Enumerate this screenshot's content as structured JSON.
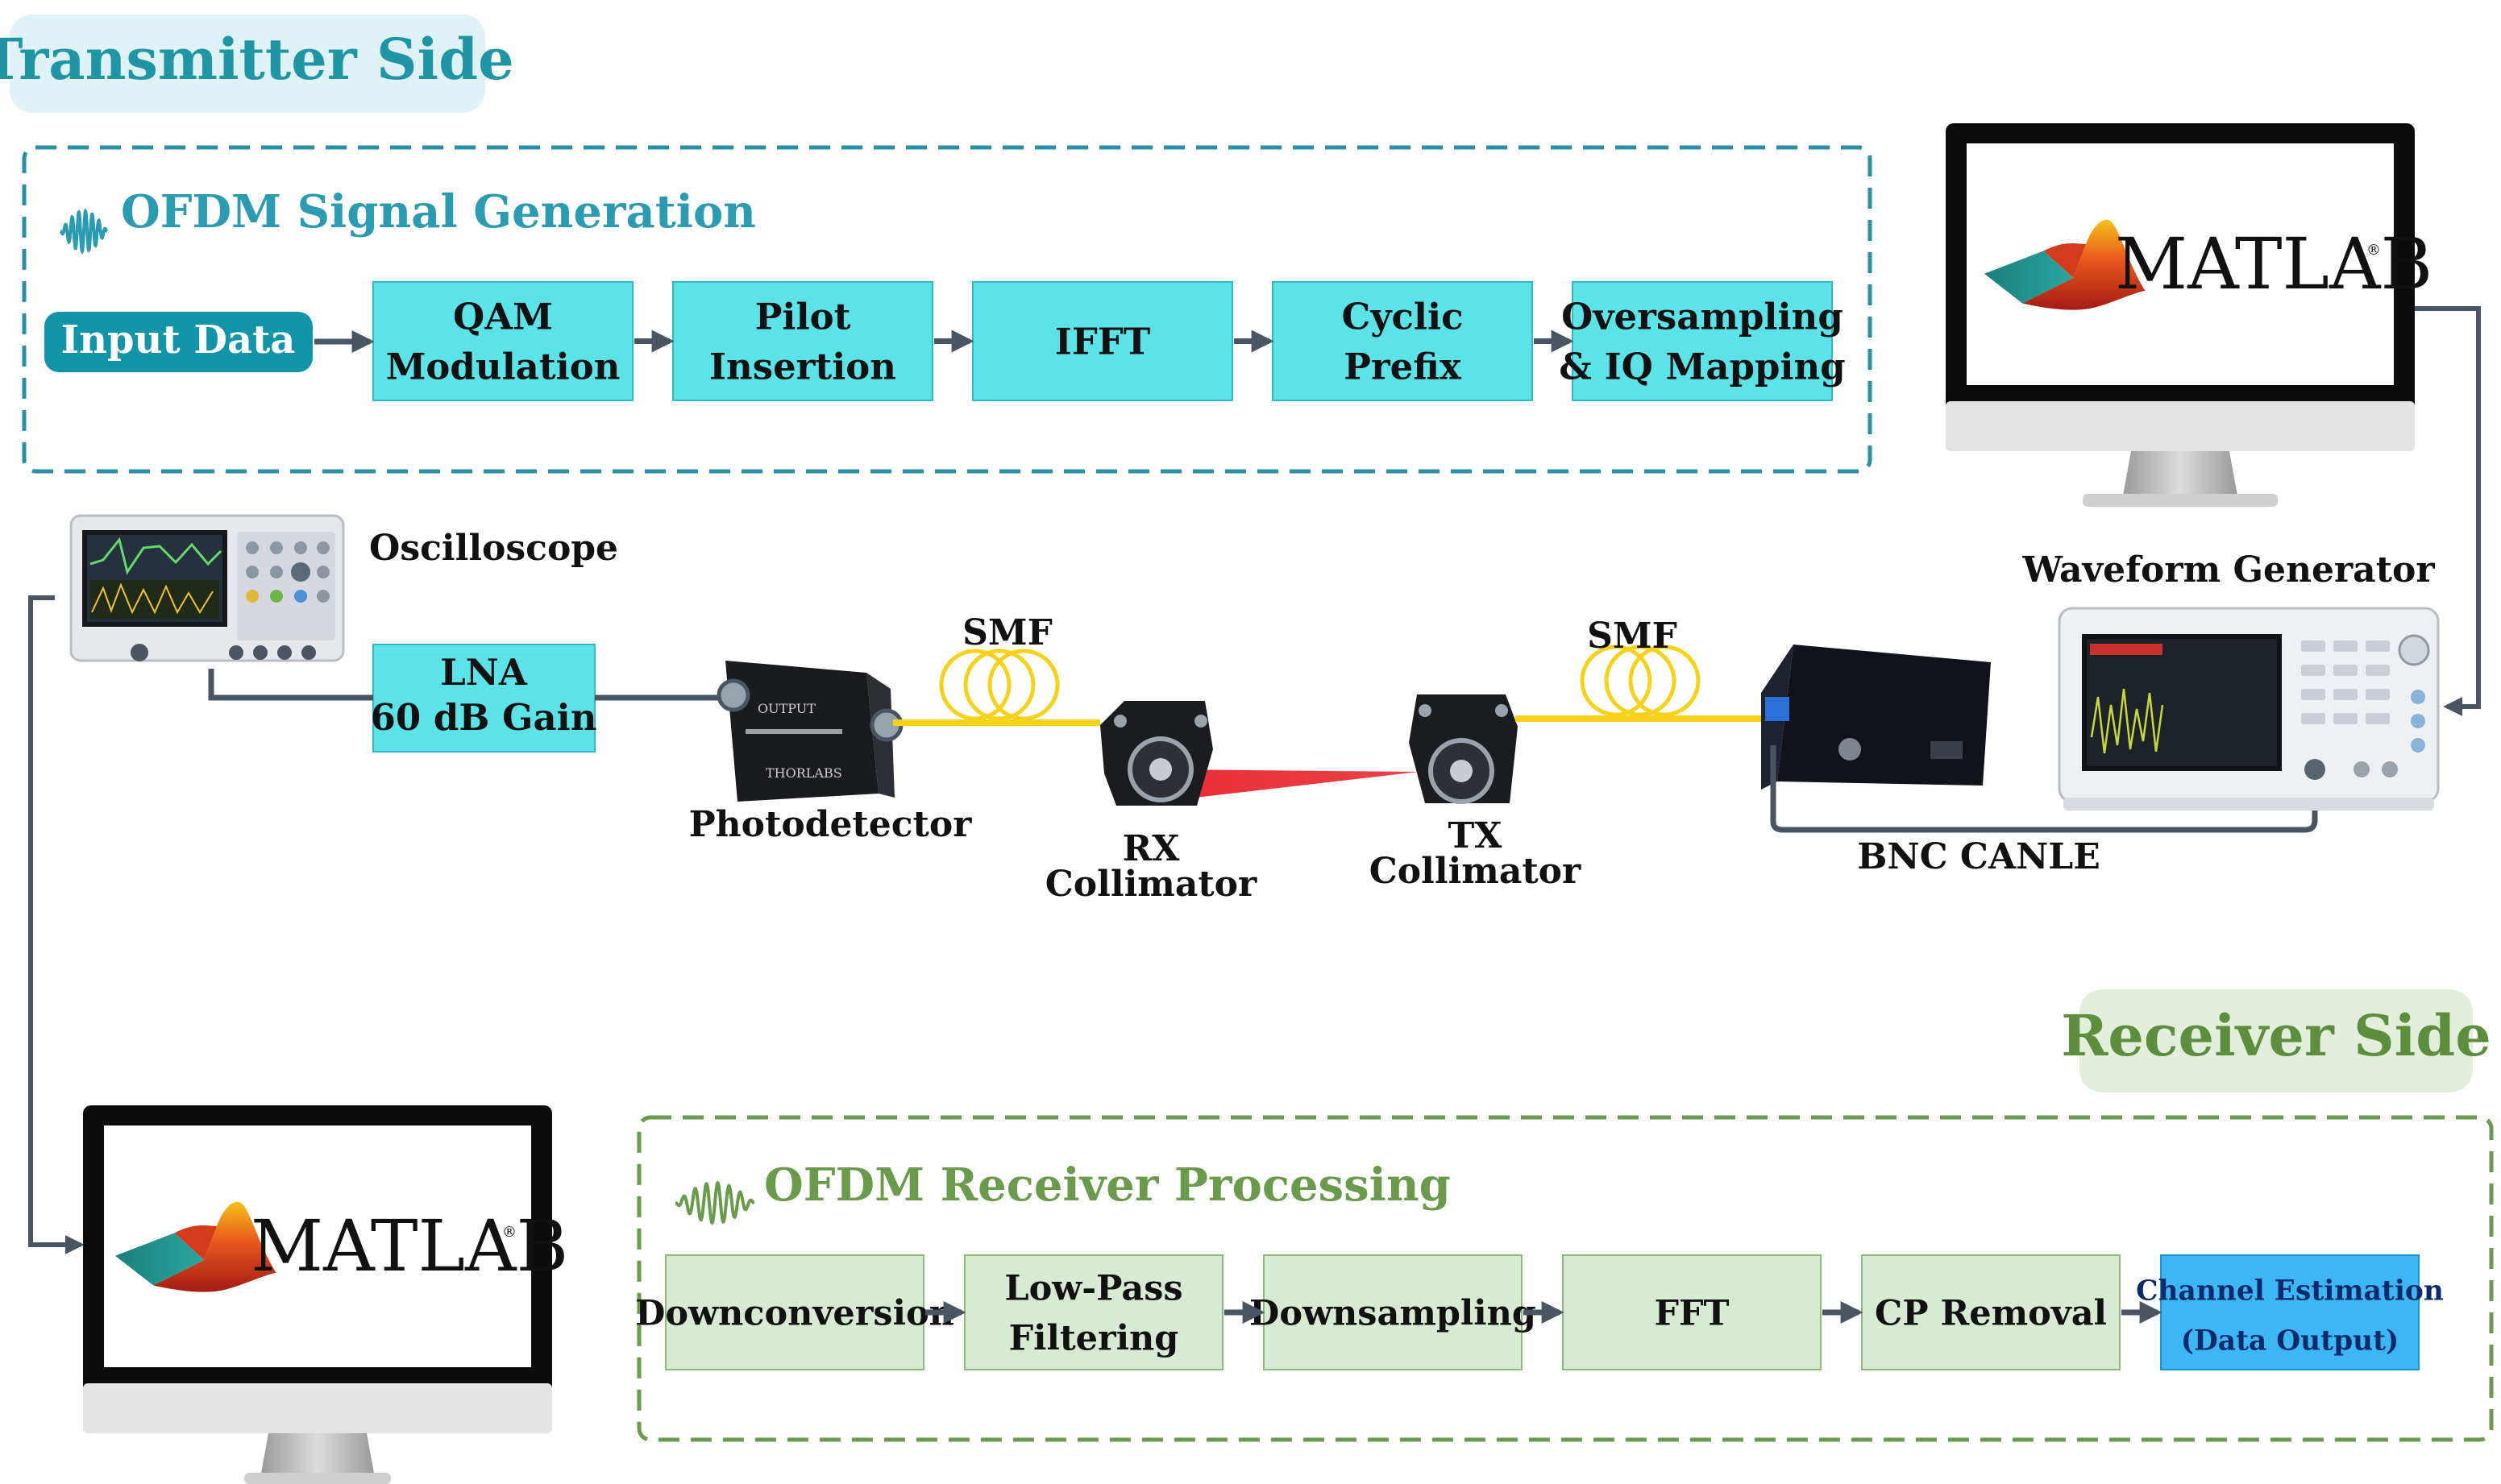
{
  "transmitter": {
    "side_title": "Transmitter Side",
    "section_title": "OFDM Signal Generation",
    "input": "Input Data",
    "blocks": [
      {
        "lines": [
          "QAM",
          "Modulation"
        ]
      },
      {
        "lines": [
          "Pilot",
          "Insertion"
        ]
      },
      {
        "lines": [
          "IFFT"
        ]
      },
      {
        "lines": [
          "Cyclic",
          "Prefix"
        ]
      },
      {
        "lines": [
          "Oversampling",
          "& IQ Mapping"
        ]
      }
    ]
  },
  "receiver": {
    "side_title": "Receiver Side",
    "section_title": "OFDM Receiver Processing",
    "blocks": [
      {
        "lines": [
          "Downconversion"
        ]
      },
      {
        "lines": [
          "Low-Pass",
          "Filtering"
        ]
      },
      {
        "lines": [
          "Downsampling"
        ]
      },
      {
        "lines": [
          "FFT"
        ]
      },
      {
        "lines": [
          "CP Removal"
        ]
      },
      {
        "lines": [
          "Channel Estimation",
          "(Data Output)"
        ]
      }
    ]
  },
  "hardware": {
    "oscilloscope": "Oscilloscope",
    "lna": [
      "LNA",
      "60 dB Gain"
    ],
    "photodetector": "Photodetector",
    "smf_rx": "SMF",
    "smf_tx": "SMF",
    "rx_collimator": [
      "RX",
      "Collimator"
    ],
    "tx_collimator": [
      "TX",
      "Collimator"
    ],
    "waveform_generator": "Waveform Generator",
    "bnc_cable": "BNC CANLE",
    "matlab_logo": "MATLAB",
    "photodetector_label": [
      "OUTPUT",
      "THORLABS"
    ]
  },
  "colors": {
    "tx_accent": "#2a9bb0",
    "tx_box": "#5ce3e8",
    "rx_accent": "#6a9a4c",
    "rx_box": "#d7ead2",
    "rx_output_box": "#3db7f3",
    "fiber": "#f7d21a",
    "laser": "#e8212a",
    "cable": "#4a5563"
  },
  "icons": {
    "tx_wave": "signal-wave-icon",
    "rx_wave": "signal-wave-icon",
    "matlab": "matlab-membrane-logo"
  }
}
